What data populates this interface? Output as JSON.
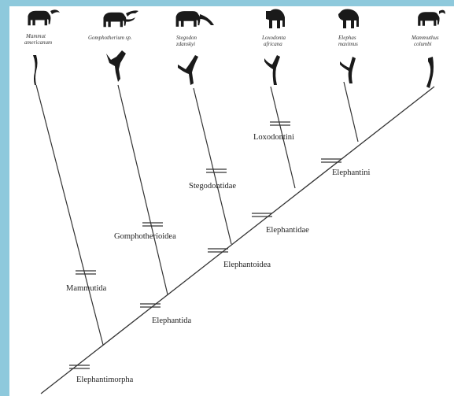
{
  "diagram": {
    "taxa": [
      {
        "name": "Mammut americanum",
        "line1": "Mammut",
        "line2": "americanum",
        "silhouette": "mastodon-silhouette",
        "molar": "mastodon-molar"
      },
      {
        "name": "Gomphotherium sp.",
        "line1": "Gomphotherium sp.",
        "line2": "",
        "silhouette": "gomphothere-silhouette",
        "molar": "gomphothere-molar"
      },
      {
        "name": "Stegodon zdanskyi",
        "line1": "Stegodon",
        "line2": "zdanskyi",
        "silhouette": "stegodon-silhouette",
        "molar": "stegodon-molar"
      },
      {
        "name": "Loxodonta africana",
        "line1": "Loxodonta",
        "line2": "africana",
        "silhouette": "african-elephant-silhouette",
        "molar": "loxodonta-molar"
      },
      {
        "name": "Elephas maximus",
        "line1": "Elephas",
        "line2": "maximus",
        "silhouette": "asian-elephant-silhouette",
        "molar": "elephas-molar"
      },
      {
        "name": "Mammuthus columbi",
        "line1": "Mammuthus",
        "line2": "columbi",
        "silhouette": "mammoth-silhouette",
        "molar": "mammuthus-molar"
      }
    ],
    "clades": [
      {
        "name": "Elephantimorpha"
      },
      {
        "name": "Mammutida"
      },
      {
        "name": "Elephantida"
      },
      {
        "name": "Gomphotherioidea"
      },
      {
        "name": "Elephantoidea"
      },
      {
        "name": "Stegodontidae"
      },
      {
        "name": "Elephantidae"
      },
      {
        "name": "Loxodontini"
      },
      {
        "name": "Elephantini"
      }
    ],
    "colors": {
      "frame": "#8ec9dc",
      "background": "#ffffff",
      "lines": "#333333",
      "silhouettes": "#1a1a1a"
    }
  }
}
